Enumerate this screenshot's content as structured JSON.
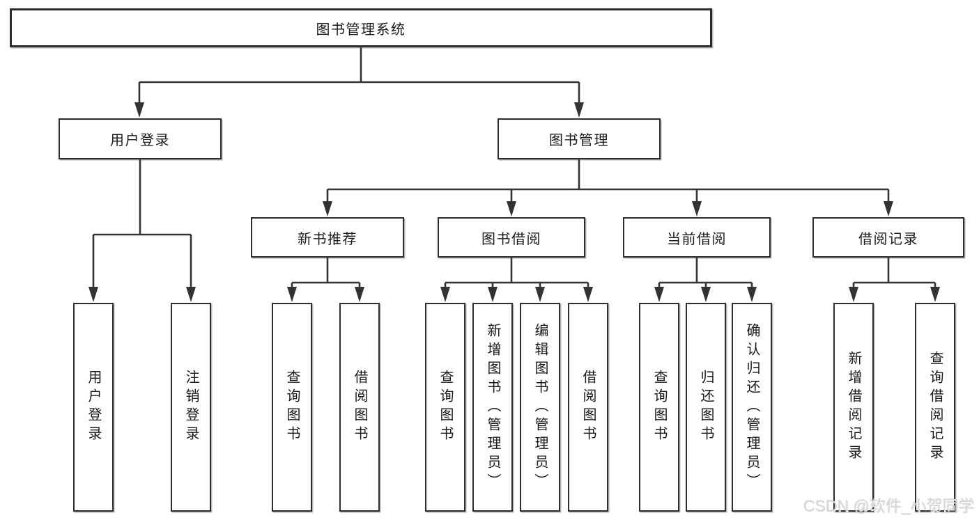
{
  "diagram": {
    "title": "图书管理系统",
    "branches": [
      {
        "label": "用户登录",
        "children": [
          "用户登录",
          "注销登录"
        ]
      },
      {
        "label": "图书管理",
        "sections": [
          {
            "label": "新书推荐",
            "children": [
              "查询图书",
              "借阅图书"
            ]
          },
          {
            "label": "图书借阅",
            "children": [
              "查询图书",
              "新增图书（管理员）",
              "编辑图书（管理员）",
              "借阅图书"
            ]
          },
          {
            "label": "当前借阅",
            "children": [
              "查询图书",
              "归还图书",
              "确认归还（管理员）"
            ]
          },
          {
            "label": "借阅记录",
            "children": [
              "新增借阅记录",
              "查询借阅记录"
            ]
          }
        ]
      }
    ]
  },
  "watermark": "CSDN @软件_小贺同学",
  "colors": {
    "line": "#333333",
    "border": "#2d2d2d",
    "text": "#1a1a1a",
    "watermark": "#d6d6d6",
    "background": "#ffffff"
  }
}
